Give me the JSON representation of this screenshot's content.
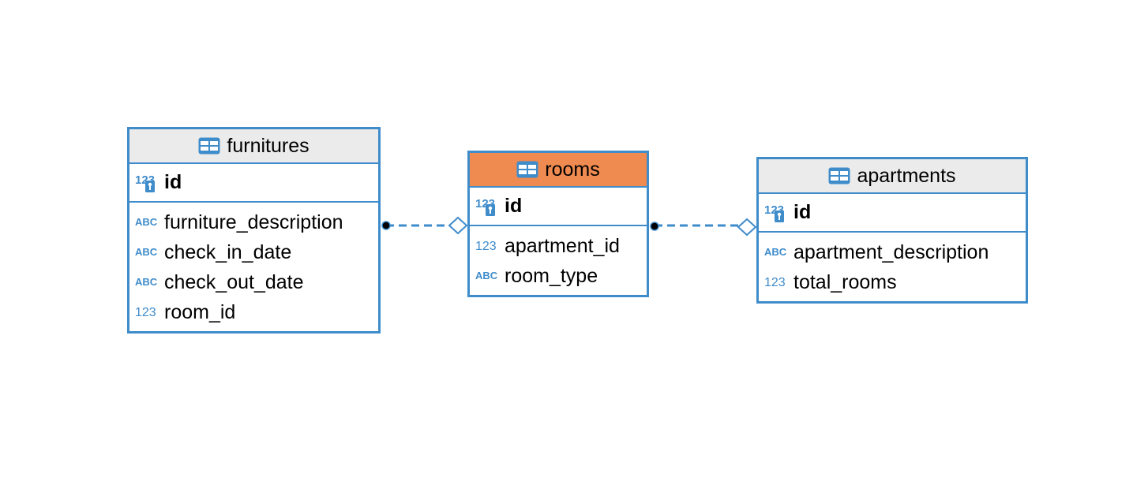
{
  "colors": {
    "border": "#3f8ccb",
    "header_default": "#ebebeb",
    "header_selected": "#ef8a50",
    "icon_blue": "#3f8ccb",
    "line": "#3f8ccb"
  },
  "entities": {
    "furnitures": {
      "title": "furnitures",
      "pk": {
        "name": "id",
        "type": "123",
        "icon": "numeric-key-icon"
      },
      "columns": [
        {
          "name": "furniture_description",
          "type": "ABC",
          "icon": "text-type-icon"
        },
        {
          "name": "check_in_date",
          "type": "ABC",
          "icon": "text-type-icon"
        },
        {
          "name": "check_out_date",
          "type": "ABC",
          "icon": "text-type-icon"
        },
        {
          "name": "room_id",
          "type": "123",
          "icon": "numeric-type-icon"
        }
      ]
    },
    "rooms": {
      "title": "rooms",
      "selected": true,
      "pk": {
        "name": "id",
        "type": "123",
        "icon": "numeric-key-icon"
      },
      "columns": [
        {
          "name": "apartment_id",
          "type": "123",
          "icon": "numeric-type-icon"
        },
        {
          "name": "room_type",
          "type": "ABC",
          "icon": "text-type-icon"
        }
      ]
    },
    "apartments": {
      "title": "apartments",
      "pk": {
        "name": "id",
        "type": "123",
        "icon": "numeric-key-icon"
      },
      "columns": [
        {
          "name": "apartment_description",
          "type": "ABC",
          "icon": "text-type-icon"
        },
        {
          "name": "total_rooms",
          "type": "123",
          "icon": "numeric-type-icon"
        }
      ]
    }
  },
  "relations": [
    {
      "from": "furnitures",
      "to": "rooms",
      "style": "dashed"
    },
    {
      "from": "rooms",
      "to": "apartments",
      "style": "dashed"
    }
  ]
}
